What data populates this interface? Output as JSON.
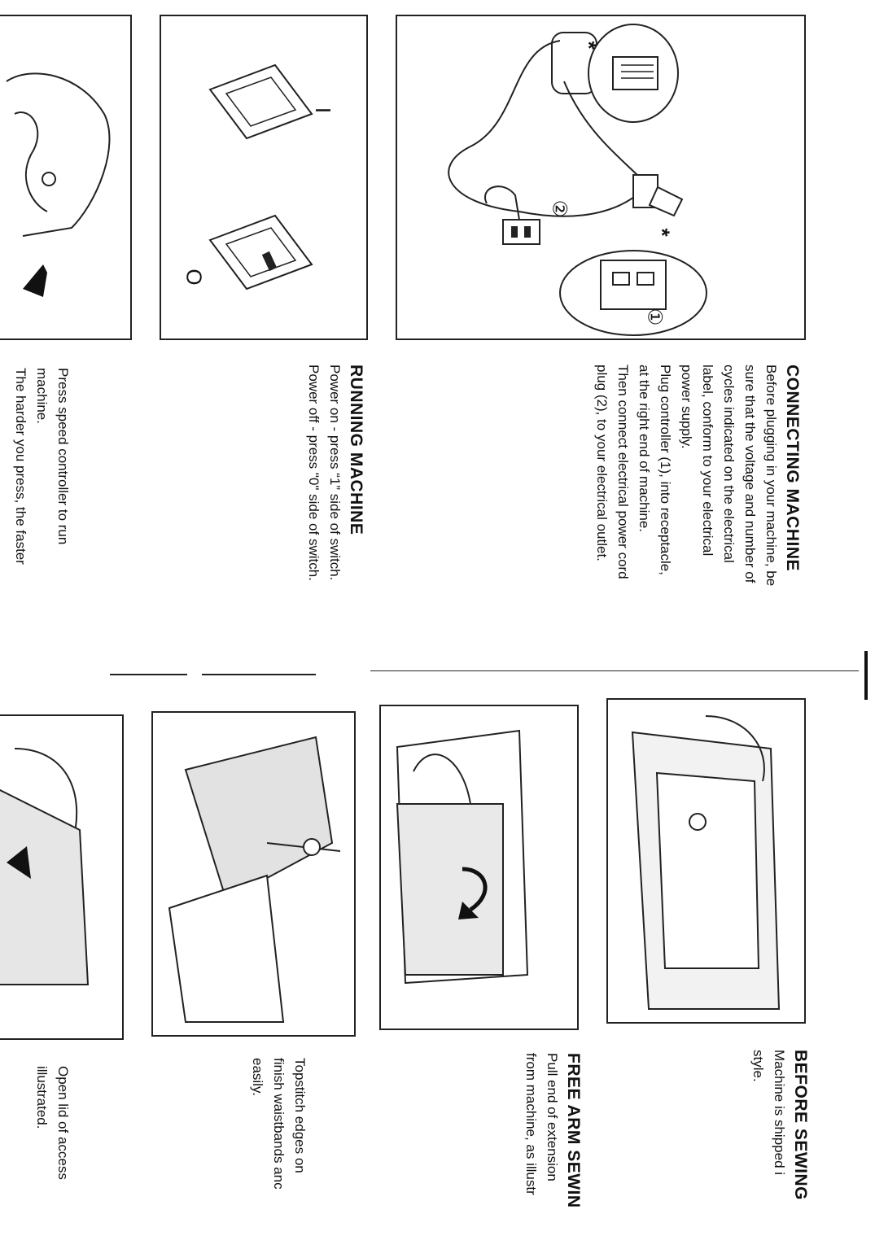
{
  "connecting": {
    "heading": "CONNECTING MACHINE",
    "lines": [
      "Before plugging in your machine, be",
      "sure that the voltage and number of",
      "cycles indicated on the electrical",
      "label, conform to your electrical",
      "power supply.",
      "Plug controller (1), into receptacle,",
      "at the right end of machine.",
      "Then connect electrical power cord",
      "plug (2), to your electrical outlet."
    ]
  },
  "running": {
    "heading": "RUNNING MACHINE",
    "lines": [
      "Power on - press “1” side of switch.",
      "Power off - press \"0\" side of switch."
    ]
  },
  "speed": {
    "lines": [
      "Press speed controller to run",
      "machine.",
      "The harder you press, the faster"
    ]
  },
  "before_sewing": {
    "heading": "BEFORE SEWING",
    "lines": [
      "Machine is shipped i",
      "style."
    ]
  },
  "free_arm": {
    "heading": "FREE ARM SEWIN",
    "lines": [
      "Pull end of extension",
      "from machine, as illustr"
    ]
  },
  "topstitch": {
    "lines": [
      "Topstitch edges on",
      "finish waistbands anc",
      "easily."
    ]
  },
  "open_lid": {
    "lines": [
      "Open lid of access",
      "illustrated."
    ]
  },
  "switch_labels": {
    "on": "I",
    "off": "O"
  },
  "figure_labels": {
    "one": "①",
    "two": "②",
    "asterisk": "*"
  }
}
